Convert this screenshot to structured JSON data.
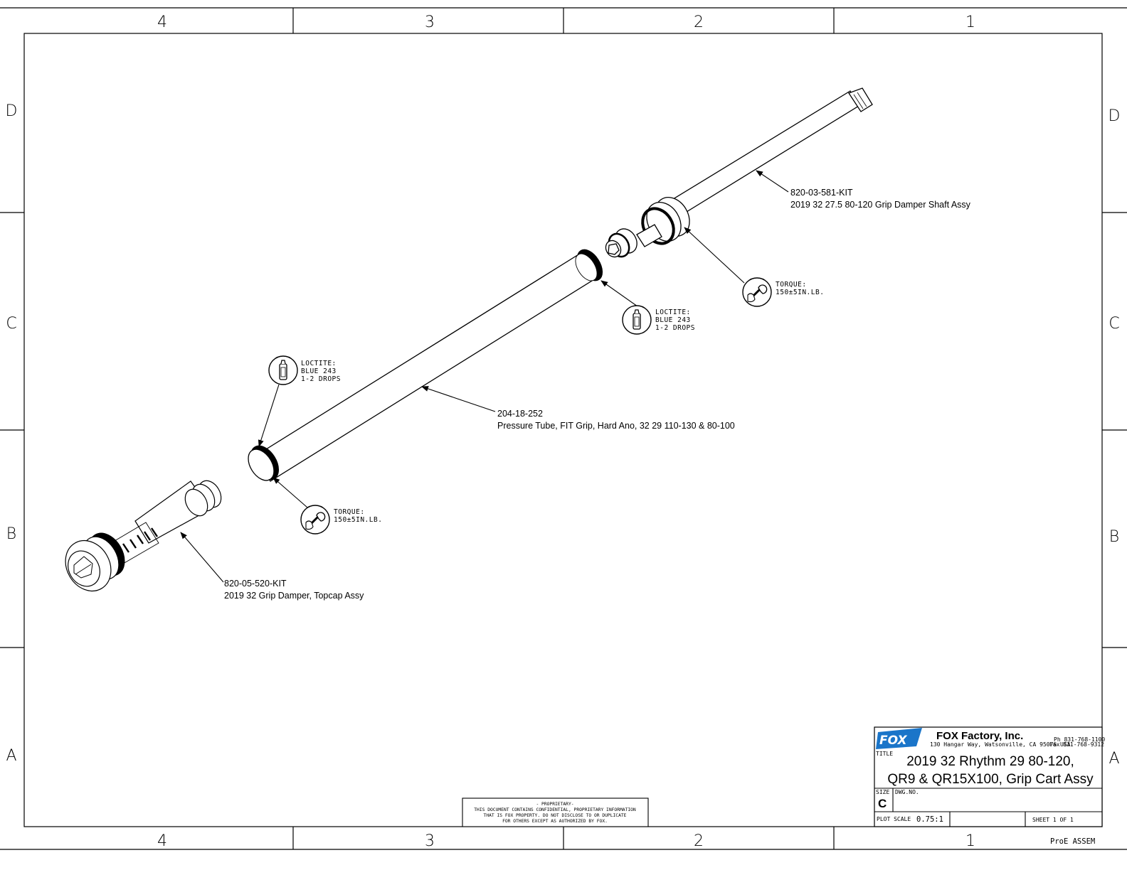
{
  "zones": {
    "columns": [
      "4",
      "3",
      "2",
      "1"
    ],
    "rows": [
      "D",
      "C",
      "B",
      "A"
    ]
  },
  "callouts": {
    "shaft": {
      "part": "820-03-581-KIT",
      "desc": "2019 32 27.5 80-120 Grip Damper Shaft Assy"
    },
    "tube": {
      "part": "204-18-252",
      "desc": "Pressure Tube, FIT Grip, Hard Ano, 32 29 110-130 & 80-100"
    },
    "damper": {
      "part": "820-05-520-KIT",
      "desc": "2019 32 Grip Damper, Topcap Assy"
    }
  },
  "notes": {
    "torque_top": {
      "line1": "TORQUE:",
      "line2": "150±5IN.LB."
    },
    "loctite_top": {
      "line1": "LOCTITE:",
      "line2": "BLUE 243",
      "line3": "1-2 DROPS"
    },
    "loctite_left": {
      "line1": "LOCTITE:",
      "line2": "BLUE 243",
      "line3": "1-2 DROPS"
    },
    "torque_left": {
      "line1": "TORQUE:",
      "line2": "150±5IN.LB."
    }
  },
  "proprietary": {
    "line1": "- PROPRIETARY-",
    "line2": "THIS DOCUMENT CONTAINS CONFIDENTIAL, PROPRIETARY INFORMATION",
    "line3": "THAT IS FOX PROPERTY.  DO NOT DISCLOSE TO OR DUPLICATE",
    "line4": "FOR OTHERS EXCEPT AS AUTHORIZED BY FOX."
  },
  "title_block": {
    "logo_text": "FOX",
    "company": "FOX Factory, Inc.",
    "address": "130 Hangar Way, Watsonville, CA 95076 USA",
    "phone": "Ph 831-768-1100",
    "fax": "Fax 831-768-9312",
    "title_label": "TITLE",
    "title_line1": "2019 32 Rhythm 29 80-120,",
    "title_line2": "QR9 & QR15X100, Grip Cart Assy",
    "size_label": "SIZE",
    "size_value": "C",
    "dwg_label": "DWG.NO.",
    "scale_label": "PLOT SCALE",
    "scale_value": "0.75:1",
    "sheet_text": "SHEET 1 OF 1",
    "proe": "ProE ASSEM"
  },
  "colors": {
    "line": "#000000",
    "background": "#ffffff",
    "logo_blue": "#1a75c9"
  },
  "icons": [
    "torque-wrench-icon",
    "loctite-tube-icon"
  ]
}
